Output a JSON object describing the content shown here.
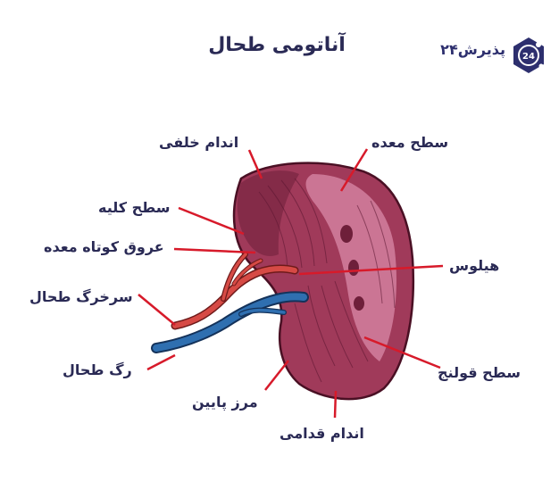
{
  "title": "آناتومی طحال",
  "brand": {
    "name": "پذیرش۲۴",
    "logo_text": "24"
  },
  "labels": {
    "posterior_end": "اندام خلفی",
    "gastric_surface": "سطح معده",
    "renal_surface": "سطح کلیه",
    "short_gastric_vessels": "عروق کوتاه معده",
    "hilum": "هیلوس",
    "splenic_artery": "سرخرگ طحال",
    "splenic_vein": "رگ طحال",
    "colic_surface": "سطح قولنج",
    "inferior_border": "مرز پایین",
    "anterior_end": "اندام قدامی"
  },
  "colors": {
    "spleen": "#a03a5a",
    "spleen_dark": "#6e1f3a",
    "spleen_light": "#d98aa8",
    "artery": "#d64a45",
    "vein": "#2f6fb0",
    "leader_line": "#d71a2a",
    "text": "#2a2a55",
    "brand": "#2d2f6e"
  }
}
